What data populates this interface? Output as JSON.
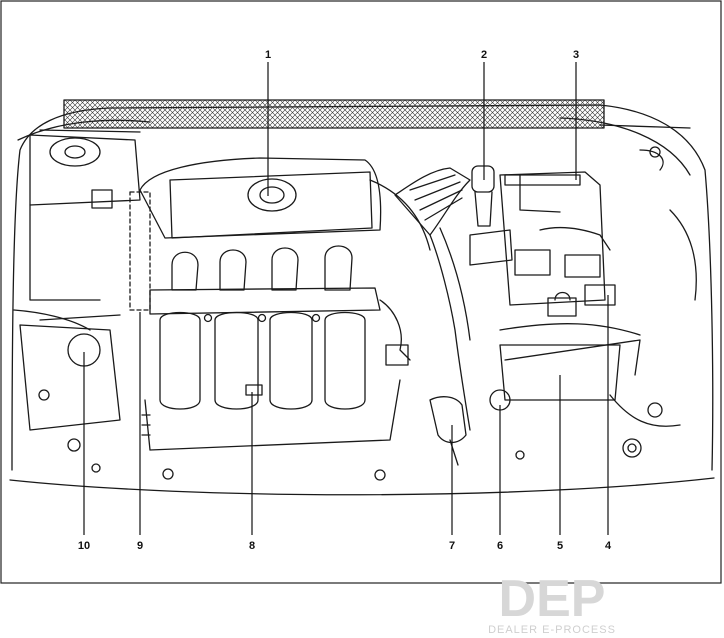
{
  "diagram": {
    "callouts": [
      {
        "id": "1",
        "label": "1"
      },
      {
        "id": "2",
        "label": "2"
      },
      {
        "id": "3",
        "label": "3"
      },
      {
        "id": "4",
        "label": "4"
      },
      {
        "id": "5",
        "label": "5"
      },
      {
        "id": "6",
        "label": "6"
      },
      {
        "id": "7",
        "label": "7"
      },
      {
        "id": "8",
        "label": "8"
      },
      {
        "id": "9",
        "label": "9"
      },
      {
        "id": "10",
        "label": "10"
      }
    ]
  },
  "watermark": {
    "logo": "DEP",
    "tagline": "DEALER E-PROCESS"
  }
}
